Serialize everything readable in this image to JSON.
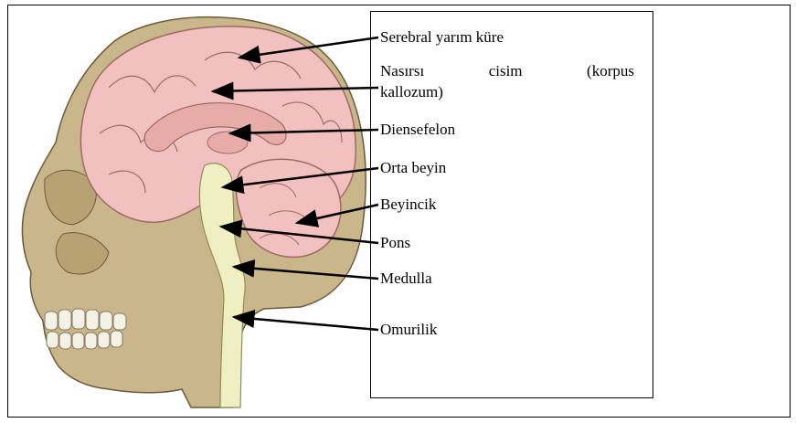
{
  "labels": {
    "serebral": "Serebral yarım küre",
    "nasirsi_line1": "Nasırsı cisim (korpus",
    "nasirsi_line2": "kallozum)",
    "diensefelon": "Diensefelon",
    "orta_beyin": "Orta beyin",
    "beyincik": "Beyincik",
    "pons": "Pons",
    "medulla": "Medulla",
    "omurilik": "Omurilik"
  },
  "colors": {
    "skull": "#c9b68a",
    "skull_outline": "#6b5a3c",
    "cerebrum": "#f2c0bf",
    "cerebrum_outline": "#9c6b66",
    "brainstem": "#f0efc4",
    "arrow": "#000000"
  }
}
